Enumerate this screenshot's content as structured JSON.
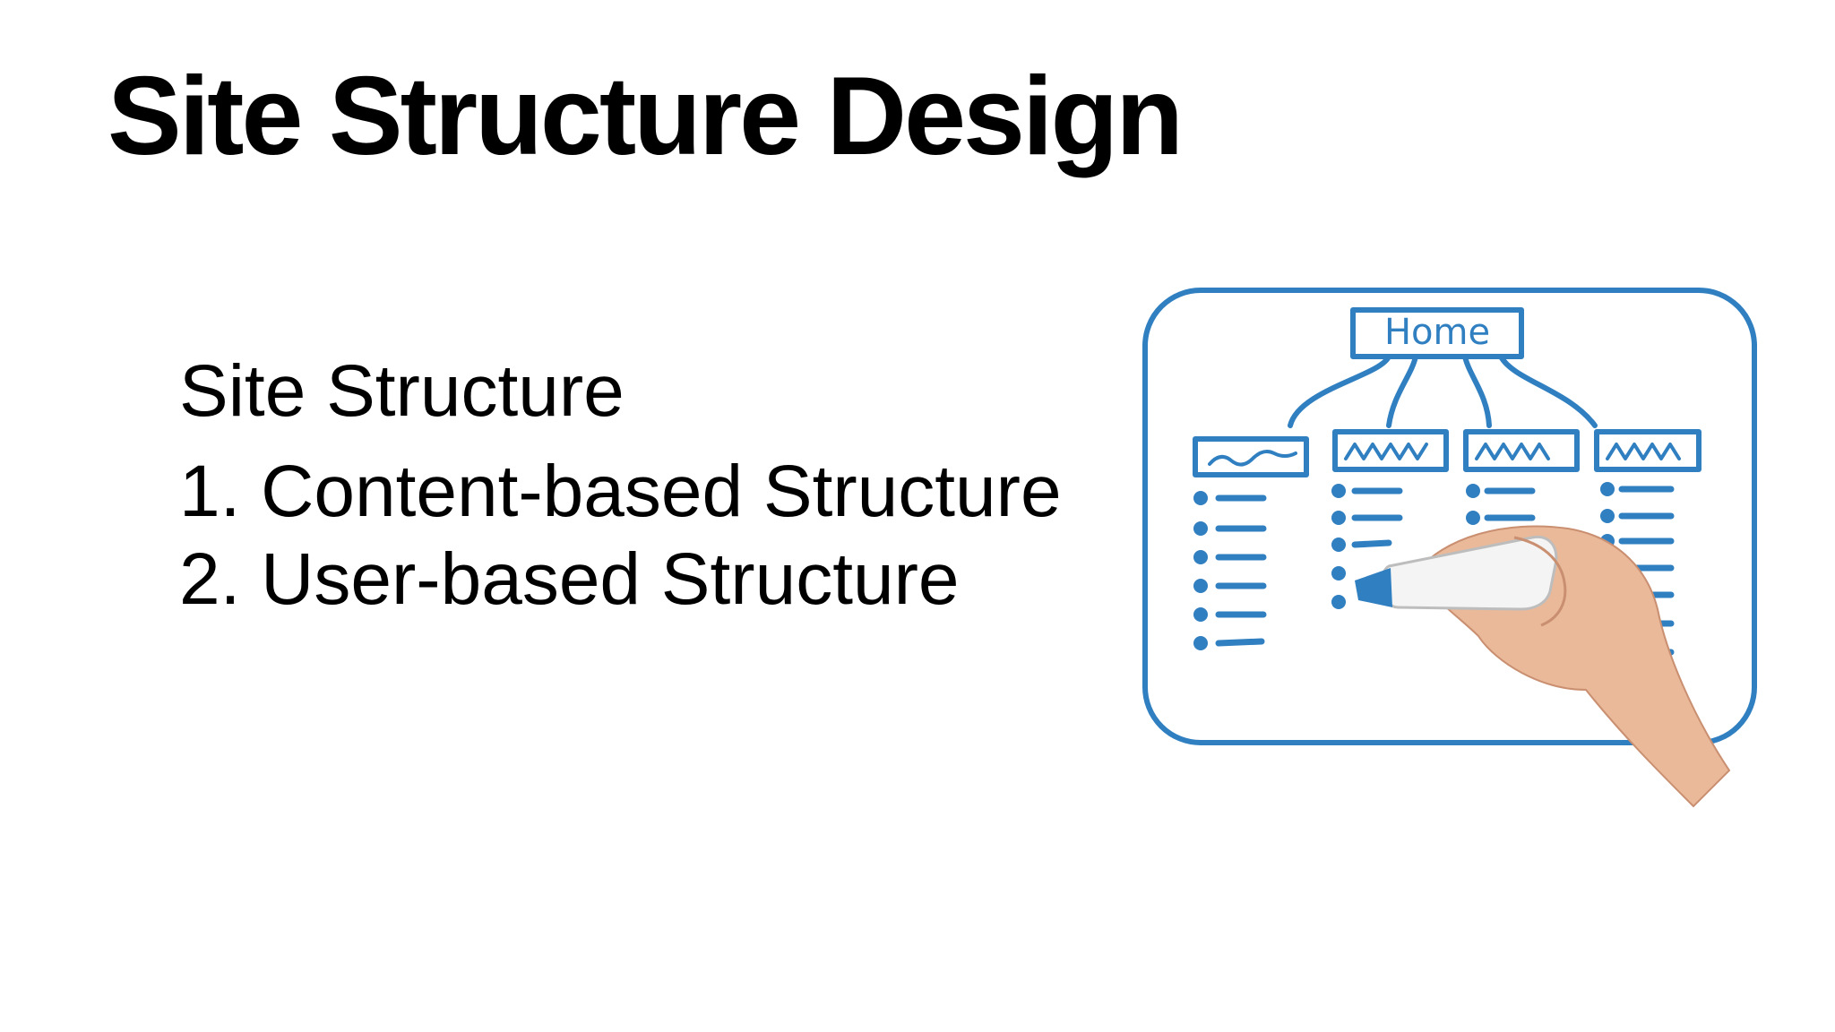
{
  "slide": {
    "title": "Site Structure Design",
    "subheading": "Site Structure",
    "list_items": [
      "1. Content-based Structure",
      "2. User-based Structure"
    ]
  },
  "illustration": {
    "root_label": "Home",
    "stroke_color": "#2f7fc1",
    "skin_color": "#e9b99a"
  }
}
